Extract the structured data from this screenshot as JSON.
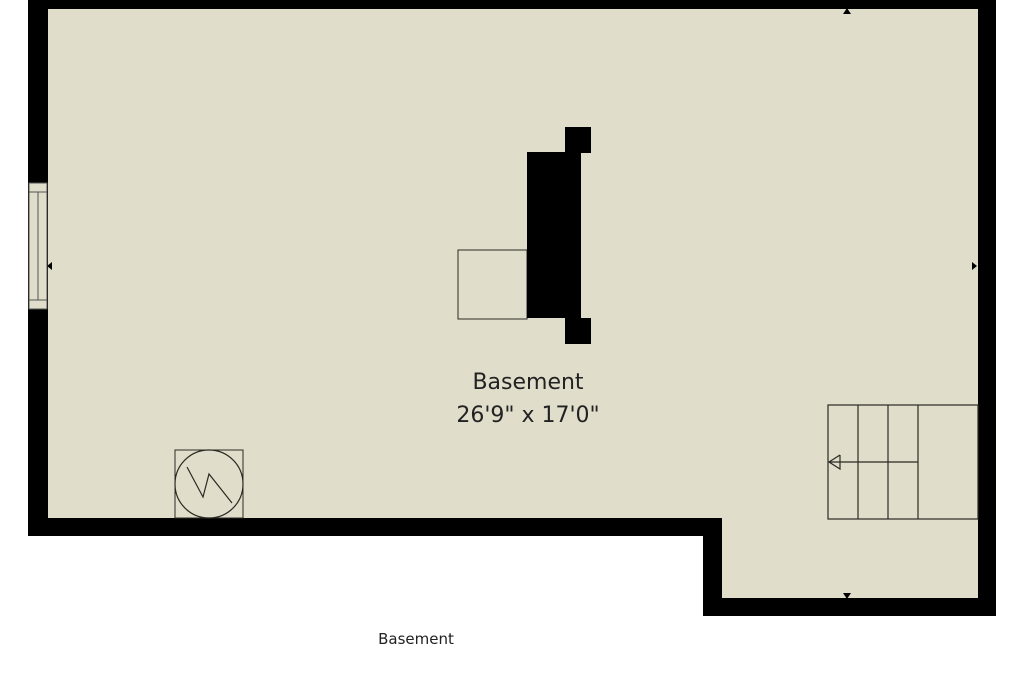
{
  "plan": {
    "room_name": "Basement",
    "room_dimensions": "26'9\" x 17'0\"",
    "floor_caption": "Basement"
  },
  "colors": {
    "floor": "#e0ddcb",
    "wall": "#000000",
    "line": "#2b2a22",
    "background": "#ffffff"
  }
}
